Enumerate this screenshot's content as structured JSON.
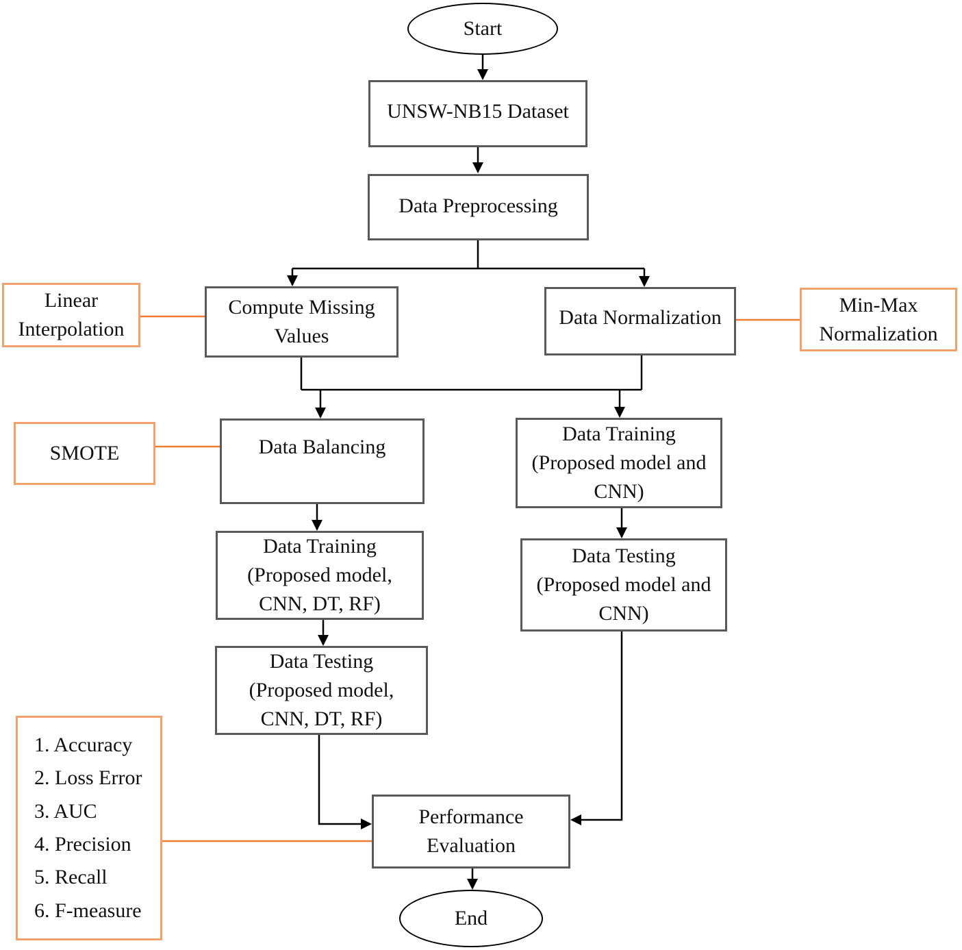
{
  "diagram": {
    "nodes": {
      "start": {
        "label": "Start"
      },
      "dataset": {
        "label": "UNSW-NB15 Dataset"
      },
      "preprocessing": {
        "label": "Data Preprocessing"
      },
      "linear_interpolation": {
        "label": "Linear\nInterpolation"
      },
      "compute_missing": {
        "label": "Compute Missing\nValues"
      },
      "normalization": {
        "label": "Data Normalization"
      },
      "minmax": {
        "label": "Min-Max\nNormalization"
      },
      "smote": {
        "label": "SMOTE"
      },
      "balancing": {
        "label": "Data Balancing"
      },
      "training_right": {
        "label": "Data Training\n(Proposed model and\nCNN)"
      },
      "training_left": {
        "label": "Data Training\n(Proposed model,\nCNN, DT, RF)"
      },
      "testing_left": {
        "label": "Data Testing\n(Proposed model,\nCNN, DT, RF)"
      },
      "testing_right": {
        "label": "Data Testing\n(Proposed model and\nCNN)"
      },
      "evaluation": {
        "label": "Performance\nEvaluation"
      },
      "end": {
        "label": "End"
      }
    },
    "metrics": {
      "items": [
        "1. Accuracy",
        "2. Loss Error",
        "3. AUC",
        "4. Precision",
        "5. Recall",
        "6. F-measure"
      ]
    },
    "colors": {
      "accent_orange": "#ED7D31",
      "orange_box_border": "#F2A06C",
      "gray_box_border": "#595959",
      "connector_black": "#000000"
    }
  }
}
